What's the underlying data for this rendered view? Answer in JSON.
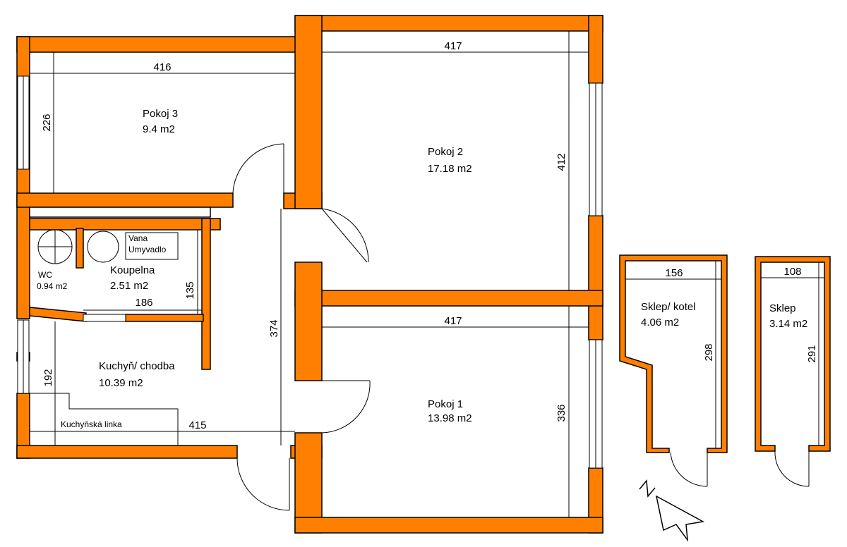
{
  "colors": {
    "wall": "#ff8000",
    "wall_outline": "#000000",
    "background": "#ffffff"
  },
  "rooms": {
    "pokoj3": {
      "name": "Pokoj 3",
      "area": "9.4 m2"
    },
    "pokoj2": {
      "name": "Pokoj 2",
      "area": "17.18 m2"
    },
    "pokoj1": {
      "name": "Pokoj 1",
      "area": "13.98 m2"
    },
    "wc": {
      "name": "WC",
      "area": "0.94 m2"
    },
    "koupelna": {
      "name": "Koupelna",
      "area": "2.51 m2"
    },
    "kuchyn": {
      "name": "Kuchyň/ chodba",
      "area": "10.39 m2"
    },
    "sklep_kotel": {
      "name": "Sklep/ kotel",
      "area": "4.06 m2"
    },
    "sklep": {
      "name": "Sklep",
      "area": "3.14 m2"
    }
  },
  "fixtures": {
    "vana": "Vana",
    "umyvadlo": "Umyvadlo",
    "kuchynska_linka": "Kuchyňská linka"
  },
  "dimensions": {
    "pokoj3_width": "416",
    "pokoj3_height": "226",
    "pokoj2_width": "417",
    "pokoj2_height": "412",
    "pokoj1_width": "417",
    "pokoj1_height": "336",
    "koupelna_width": "186",
    "koupelna_height": "135",
    "chodba_height": "374",
    "kuchyn_height": "192",
    "kuchyn_width": "415",
    "sklep_kotel_width": "156",
    "sklep_kotel_height": "298",
    "sklep_width": "108",
    "sklep_height": "291"
  },
  "compass": {
    "direction": "north-west",
    "label": "N"
  }
}
